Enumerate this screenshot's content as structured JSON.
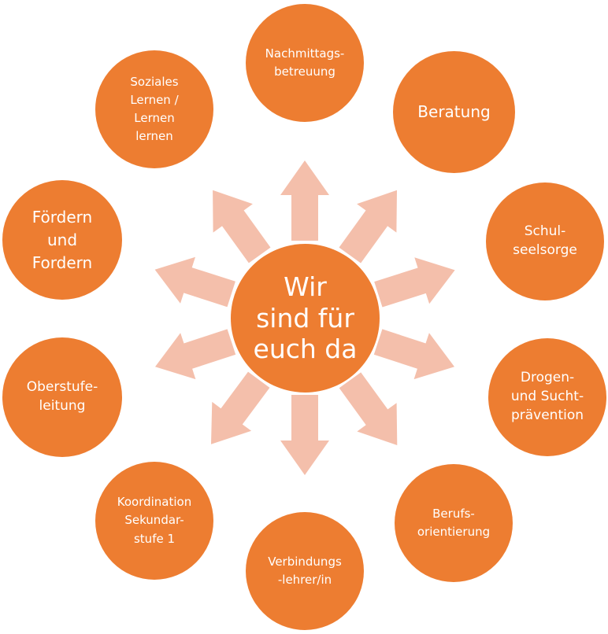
{
  "center": {
    "label": "Wir\nsind für\neuch da"
  },
  "nodes": {
    "nachmittag": "Nachmittags-\nbetreuung",
    "beratung": "Beratung",
    "schulseelsorge": "Schul-\nseelsorge",
    "drogen": "Drogen-\nund Sucht-\nprävention",
    "berufs": "Berufs-\norientierung",
    "verbindung": "Verbindungs\n-lehrer/in",
    "koordination": "Koordination\nSekundar-\nstufe 1",
    "oberstufe": "Oberstufe-\nleitung",
    "foerdern": "Fördern\nund\nFordern",
    "sozial": "Soziales\nLernen /\nLernen\nlernen"
  },
  "colors": {
    "circle": "#ED7D31",
    "arrow": "#F4BFAB",
    "text": "#FFFFFF"
  }
}
